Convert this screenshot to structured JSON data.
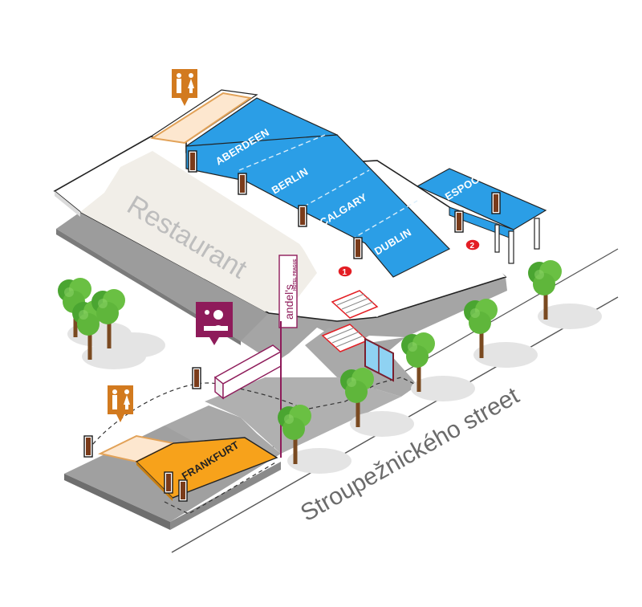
{
  "map": {
    "street_name": "Stroupežnického street",
    "restaurant_label": "Restaurant",
    "hotel_logo": "andel's",
    "hotel_logo_sub": "HOTEL PRAGUE",
    "rooms": [
      {
        "name": "ABERDEEN"
      },
      {
        "name": "BERLIN"
      },
      {
        "name": "CALGARY"
      },
      {
        "name": "DUBLIN"
      },
      {
        "name": "ESPOO"
      },
      {
        "name": "FRANKFURT"
      }
    ],
    "markers": [
      {
        "label": "1"
      },
      {
        "label": "2"
      }
    ],
    "icons": {
      "restroom_upper": "restroom-icon",
      "restroom_lower": "restroom-icon",
      "reception": "reception-desk-icon"
    },
    "colors": {
      "meeting_room": "#2b9ee6",
      "frankfurt_room": "#f7a21b",
      "restroom_fill": "#fde7cf",
      "restroom_pin": "#d27a1f",
      "reception_pin": "#8e1b5a",
      "marker_red": "#e31e24",
      "floor_grey": "#a9a9a9",
      "tree_green": "#5fb63b",
      "restaurant_floor": "#f2efe9"
    }
  }
}
